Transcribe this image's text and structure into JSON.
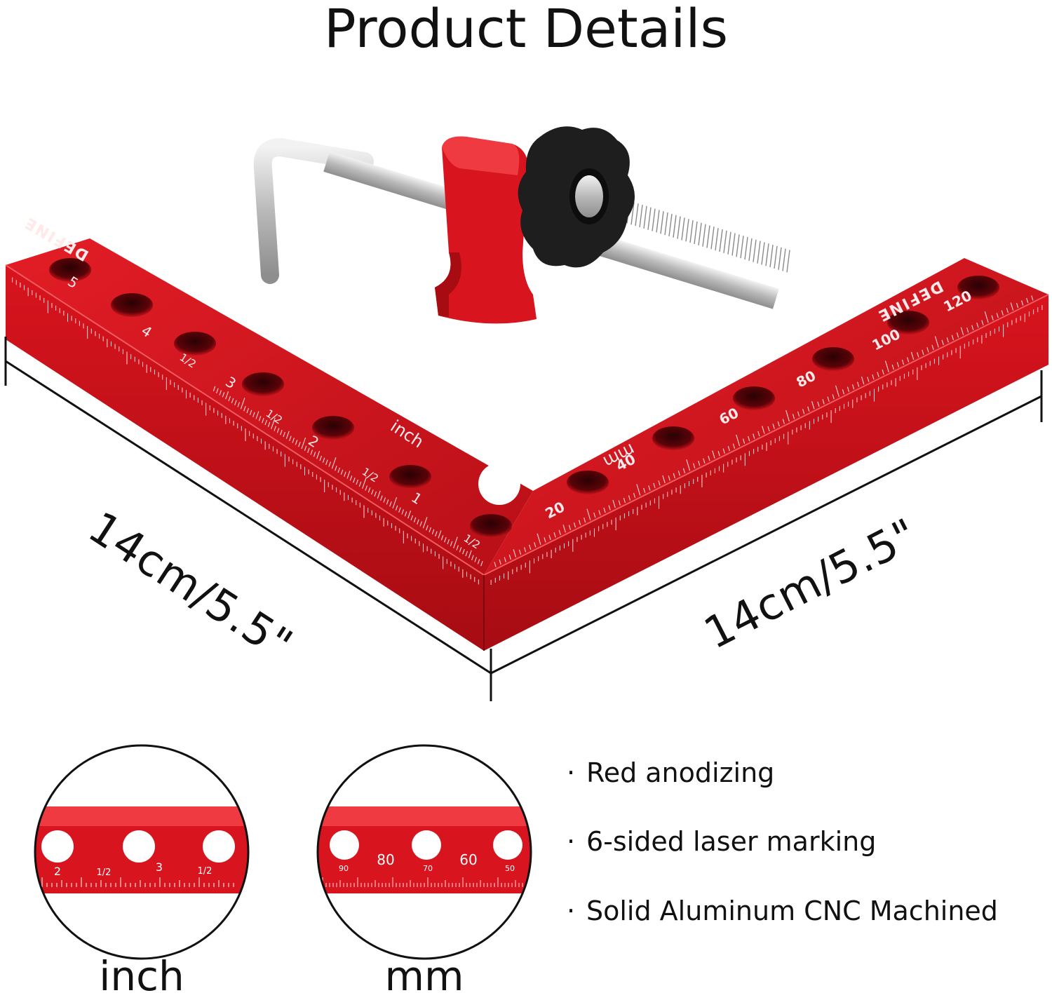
{
  "title": "Product Details",
  "brand": "DEFINE",
  "colors": {
    "accent": "#d8141e",
    "shadow": "#8a0b10",
    "knob": "#1e1e1e",
    "steel": "#c9c9c9"
  },
  "dimensions": {
    "left": "14cm/5.5\"",
    "right": "14cm/5.5\""
  },
  "scale_labels": {
    "left": "inch",
    "right": "mm"
  },
  "features": [
    {
      "icon": "bullet-icon",
      "text": "Red anodizing"
    },
    {
      "icon": "bullet-icon",
      "text": "6-sided laser marking"
    },
    {
      "icon": "bullet-icon",
      "text": "Solid Aluminum CNC Machined"
    }
  ],
  "details": {
    "inch": {
      "label": "inch",
      "ticks": [
        "2",
        "1/2",
        "3",
        "1/2"
      ]
    },
    "mm": {
      "label": "mm",
      "ticks": [
        "90",
        "80",
        "70",
        "60",
        "50"
      ]
    }
  },
  "inch_marks": [
    "5",
    "4",
    "1/2",
    "3",
    "1/2",
    "2",
    "1/2",
    "1",
    "1/2"
  ],
  "mm_marks": [
    "20",
    "40",
    "60",
    "80",
    "100",
    "120"
  ]
}
